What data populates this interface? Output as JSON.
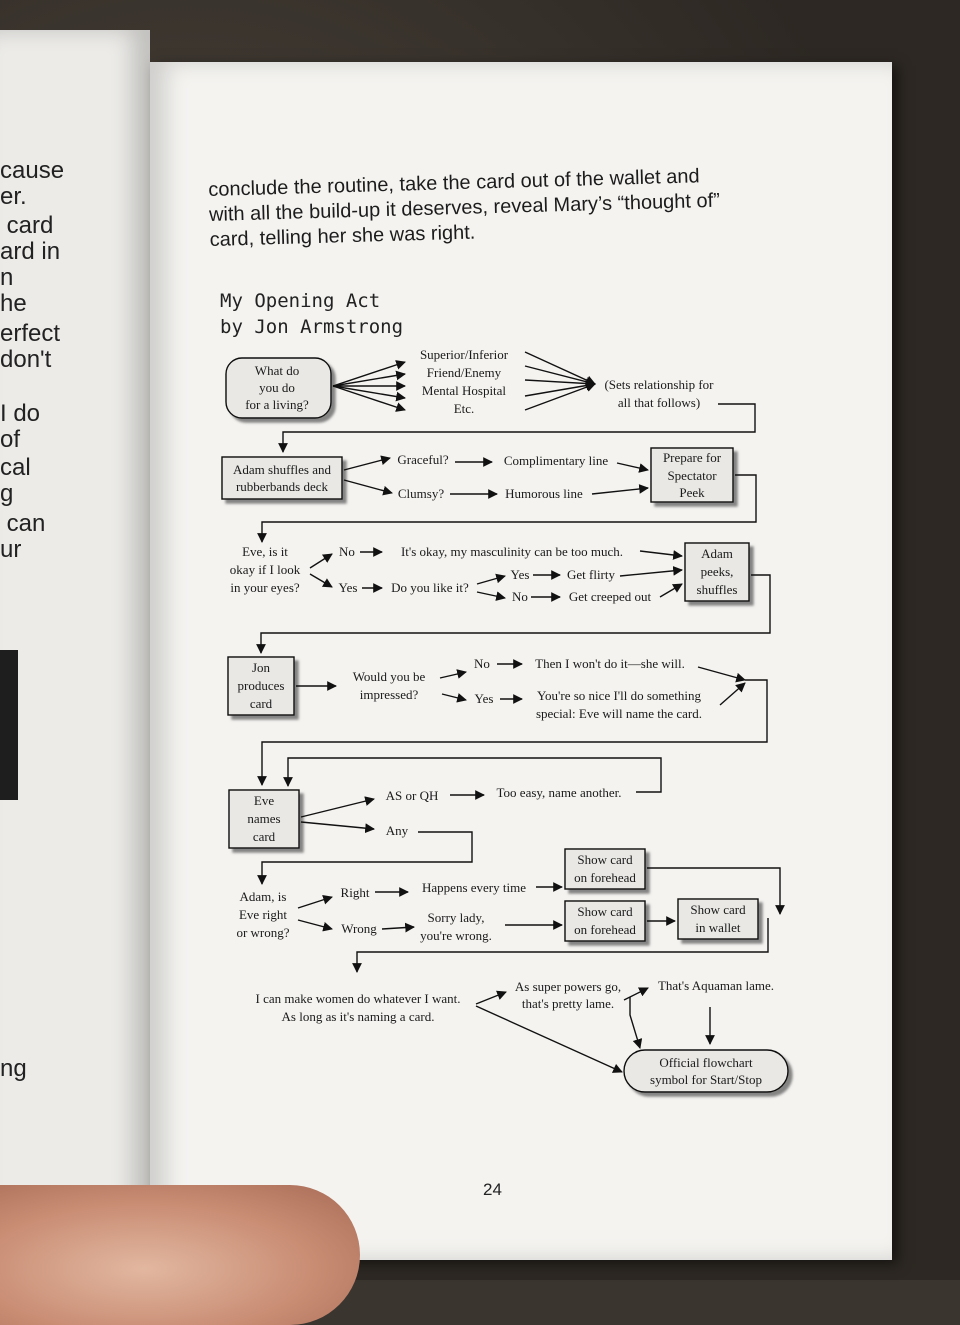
{
  "left_page": {
    "fragments": [
      "cause",
      "er.",
      " card",
      "ard in",
      "n",
      "he",
      "erfect",
      "don't",
      "",
      "I do",
      "of",
      "cal",
      "g",
      " can",
      "ur"
    ],
    "bottom_fragment": "ng"
  },
  "intro_lines": [
    "conclude the routine, take the card out of the wallet and",
    "with all the build-up it deserves, reveal Mary’s “thought of”",
    "card, telling her she was right."
  ],
  "title": {
    "line1": "My Opening Act",
    "line2": "by Jon Armstrong"
  },
  "flow": {
    "start_bubble": [
      "What do",
      "you do",
      "for a living?"
    ],
    "relationships": [
      "Superior/Inferior",
      "Friend/Enemy",
      "Mental Hospital",
      "Etc."
    ],
    "sets_relationship": [
      "(Sets relationship for",
      "all that follows)"
    ],
    "adam_shuffles": [
      "Adam shuffles and",
      "rubberbands deck"
    ],
    "graceful": "Graceful?",
    "clumsy": "Clumsy?",
    "complimentary": "Complimentary line",
    "humorous": "Humorous line",
    "prepare_peek": [
      "Prepare for",
      "Spectator",
      "Peek"
    ],
    "eve_question": [
      "Eve, is it",
      "okay if I look",
      "in your eyes?"
    ],
    "no1": "No",
    "its_okay": "It's okay, my masculinity can be too much.",
    "yes1": "Yes",
    "do_you_like": "Do you like it?",
    "yes2": "Yes",
    "get_flirty": "Get flirty",
    "no2": "No",
    "get_creeped": "Get creeped out",
    "adam_peeks": [
      "Adam",
      "peeks,",
      "shuffles"
    ],
    "jon_produces": [
      "Jon",
      "produces",
      "card"
    ],
    "would_you": [
      "Would you be",
      "impressed?"
    ],
    "no3": "No",
    "then_i_wont": "Then I won't do it—she will.",
    "yes3": "Yes",
    "so_nice": [
      "You're so nice I'll do something",
      "special: Eve will name the card."
    ],
    "eve_names": [
      "Eve",
      "names",
      "card"
    ],
    "as_or_qh": "AS or QH",
    "too_easy": "Too easy, name another.",
    "any": "Any",
    "adam_is_eve_right": [
      "Adam, is",
      "Eve right",
      "or wrong?"
    ],
    "right": "Right",
    "happens": "Happens every time",
    "wrong": "Wrong",
    "sorry_lady": [
      "Sorry lady,",
      "you're wrong."
    ],
    "show_card_forehead_1": [
      "Show card",
      "on forehead"
    ],
    "show_card_forehead_2": [
      "Show card",
      "on forehead"
    ],
    "show_card_wallet": [
      "Show card",
      "in wallet"
    ],
    "make_women": [
      "I can make women do whatever I want.",
      "As long as it's naming a card."
    ],
    "super_powers": [
      "As super powers go,",
      "that's pretty lame."
    ],
    "aquaman": "That's Aquaman lame.",
    "official": [
      "Official flowchart",
      "symbol for Start/Stop"
    ]
  },
  "page_number": "24"
}
